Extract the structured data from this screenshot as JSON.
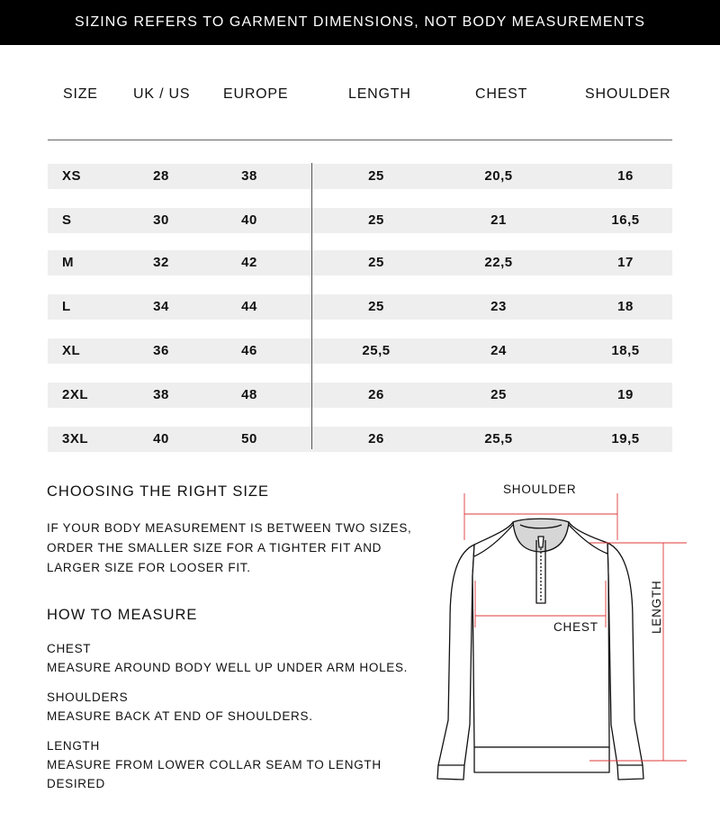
{
  "banner": "SIZING REFERS TO GARMENT DIMENSIONS, NOT BODY MEASUREMENTS",
  "headers": {
    "size": "SIZE",
    "ukus": "UK / US",
    "europe": "EUROPE",
    "length": "LENGTH",
    "chest": "CHEST",
    "shoulder": "SHOULDER"
  },
  "rows": [
    {
      "size": "XS",
      "ukus": "28",
      "europe": "38",
      "length": "25",
      "chest": "20,5",
      "shoulder": "16"
    },
    {
      "size": "S",
      "ukus": "30",
      "europe": "40",
      "length": "25",
      "chest": "21",
      "shoulder": "16,5"
    },
    {
      "size": "M",
      "ukus": "32",
      "europe": "42",
      "length": "25",
      "chest": "22,5",
      "shoulder": "17"
    },
    {
      "size": "L",
      "ukus": "34",
      "europe": "44",
      "length": "25",
      "chest": "23",
      "shoulder": "18"
    },
    {
      "size": "XL",
      "ukus": "36",
      "europe": "46",
      "length": "25,5",
      "chest": "24",
      "shoulder": "18,5"
    },
    {
      "size": "2XL",
      "ukus": "38",
      "europe": "48",
      "length": "26",
      "chest": "25",
      "shoulder": "19"
    },
    {
      "size": "3XL",
      "ukus": "40",
      "europe": "50",
      "length": "26",
      "chest": "25,5",
      "shoulder": "19,5"
    }
  ],
  "choosing": {
    "title": "CHOOSING THE RIGHT SIZE",
    "lines": [
      "IF YOUR BODY MEASUREMENT IS BETWEEN TWO SIZES,",
      "ORDER THE SMALLER SIZE FOR A TIGHTER FIT AND",
      "LARGER SIZE FOR LOOSER FIT."
    ]
  },
  "how": {
    "title": "HOW TO MEASURE",
    "chest_label": "CHEST",
    "chest_text": "MEASURE AROUND BODY WELL UP UNDER ARM HOLES.",
    "shoulders_label": "SHOULDERS",
    "shoulders_text": "MEASURE BACK AT END OF SHOULDERS.",
    "length_label": "LENGTH",
    "length_text_1": "MEASURE FROM LOWER COLLAR SEAM TO LENGTH",
    "length_text_2": "DESIRED"
  },
  "diagram": {
    "shoulder_label": "SHOULDER",
    "chest_label": "CHEST",
    "length_label": "LENGTH",
    "measure_color": "#e03a3a"
  }
}
